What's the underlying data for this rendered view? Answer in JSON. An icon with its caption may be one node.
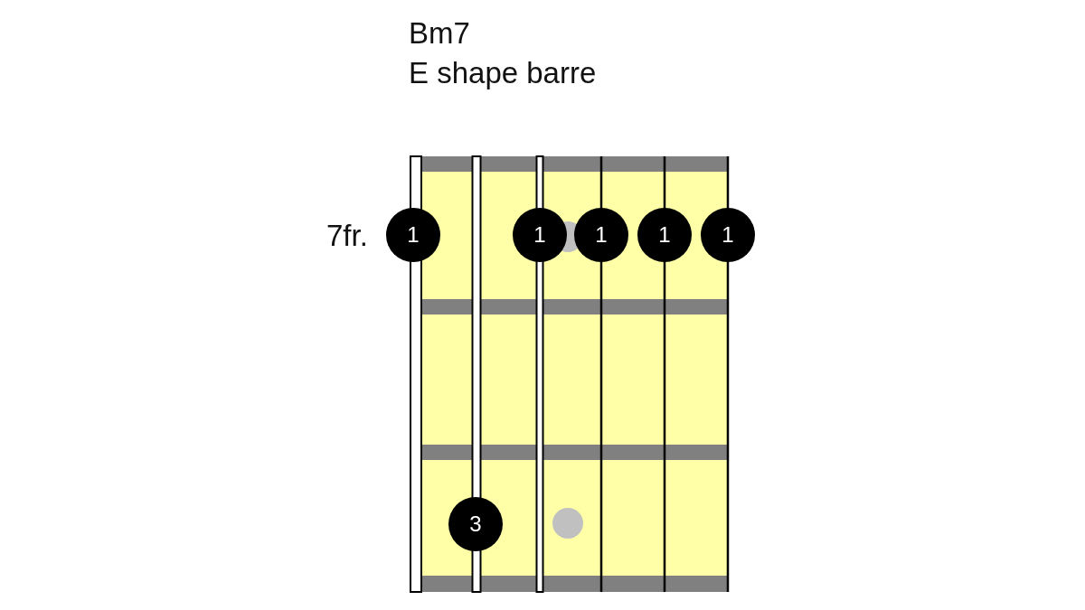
{
  "diagram": {
    "title": "Bm7",
    "nodes": [
      {
        "text": [
          "1"
        ]
      },
      {
        "text": [
          "1"
        ]
      },
      {
        "text": [
          "1"
        ]
      },
      {
        "text": [
          "1"
        ]
      },
      {
        "text": [
          "1"
        ]
      },
      {
        "text": [
          "3"
        ]
      }
    ],
    "labels": [
      "E shape barre",
      "7fr."
    ]
  }
}
